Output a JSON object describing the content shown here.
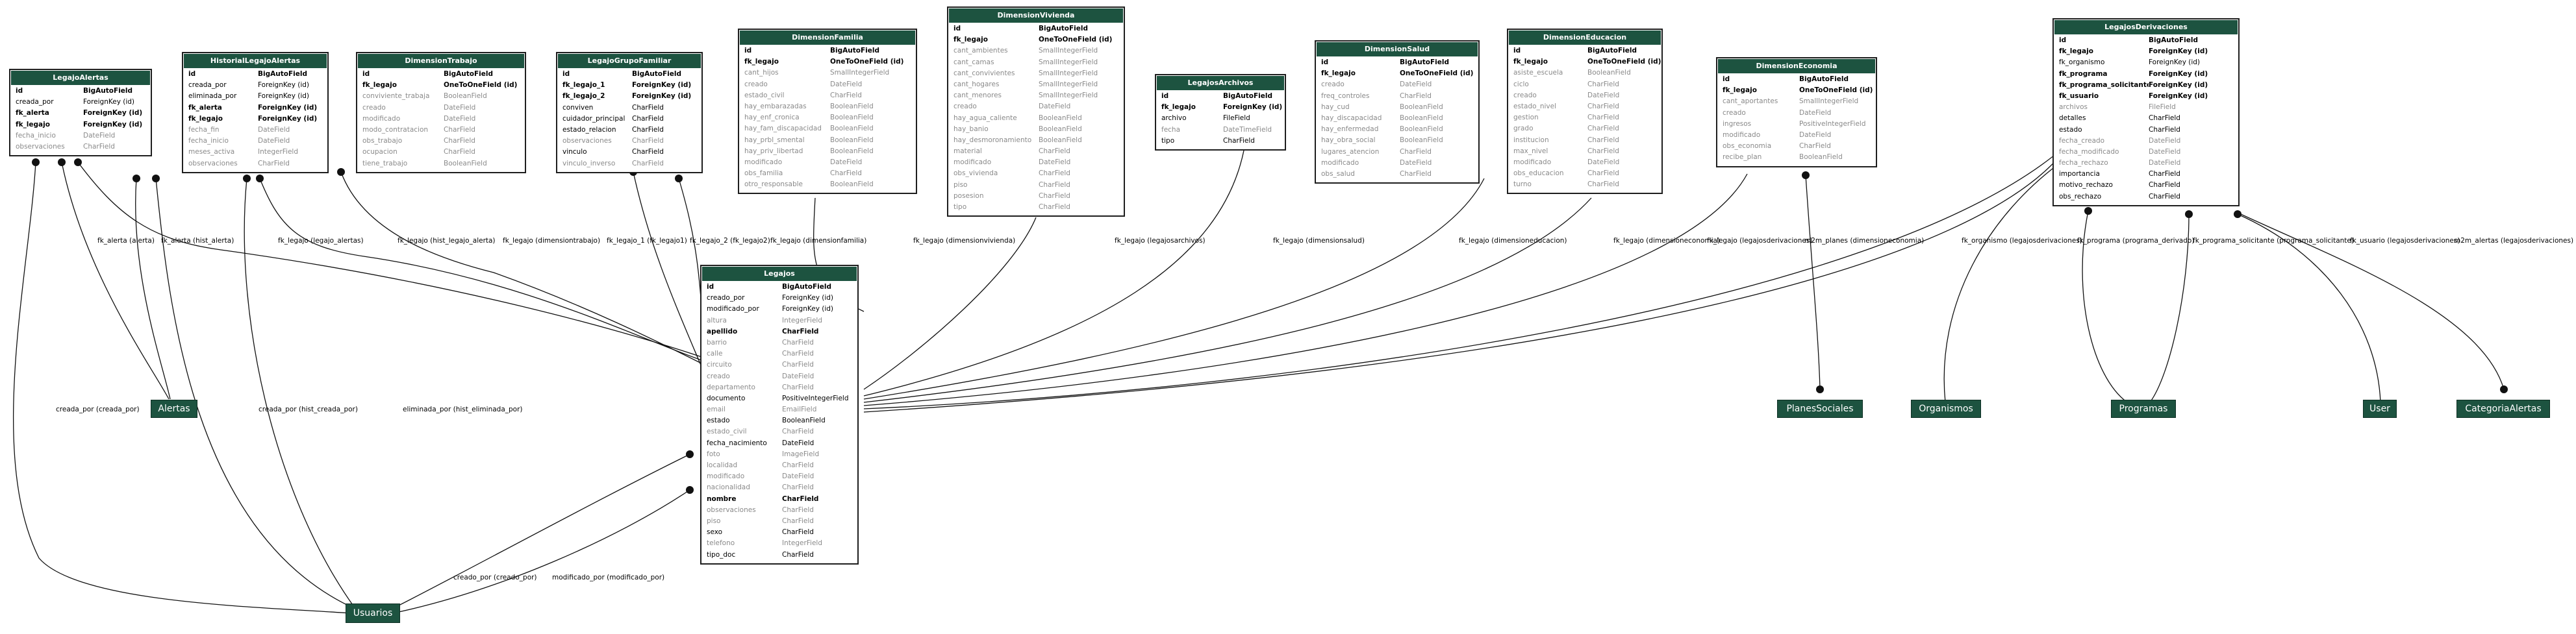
{
  "tables": {
    "legajo_alertas": {
      "title": "LegajoAlertas",
      "fields": [
        {
          "n": "id",
          "t": "BigAutoField",
          "s": "b"
        },
        {
          "n": "creada_por",
          "t": "ForeignKey (id)",
          "s": "r"
        },
        {
          "n": "fk_alerta",
          "t": "ForeignKey (id)",
          "s": "b"
        },
        {
          "n": "fk_legajo",
          "t": "ForeignKey (id)",
          "s": "b"
        },
        {
          "n": "fecha_inicio",
          "t": "DateField",
          "s": "g"
        },
        {
          "n": "observaciones",
          "t": "CharField",
          "s": "g"
        }
      ]
    },
    "historial_legajo_alertas": {
      "title": "HistorialLegajoAlertas",
      "fields": [
        {
          "n": "id",
          "t": "BigAutoField",
          "s": "b"
        },
        {
          "n": "creada_por",
          "t": "ForeignKey (id)",
          "s": "r"
        },
        {
          "n": "eliminada_por",
          "t": "ForeignKey (id)",
          "s": "r"
        },
        {
          "n": "fk_alerta",
          "t": "ForeignKey (id)",
          "s": "b"
        },
        {
          "n": "fk_legajo",
          "t": "ForeignKey (id)",
          "s": "b"
        },
        {
          "n": "fecha_fin",
          "t": "DateField",
          "s": "g"
        },
        {
          "n": "fecha_inicio",
          "t": "DateField",
          "s": "g"
        },
        {
          "n": "meses_activa",
          "t": "IntegerField",
          "s": "g"
        },
        {
          "n": "observaciones",
          "t": "CharField",
          "s": "g"
        }
      ]
    },
    "dimension_trabajo": {
      "title": "DimensionTrabajo",
      "fields": [
        {
          "n": "id",
          "t": "BigAutoField",
          "s": "b"
        },
        {
          "n": "fk_legajo",
          "t": "OneToOneField (id)",
          "s": "b"
        },
        {
          "n": "conviviente_trabaja",
          "t": "BooleanField",
          "s": "g"
        },
        {
          "n": "creado",
          "t": "DateField",
          "s": "g"
        },
        {
          "n": "modificado",
          "t": "DateField",
          "s": "g"
        },
        {
          "n": "modo_contratacion",
          "t": "CharField",
          "s": "g"
        },
        {
          "n": "obs_trabajo",
          "t": "CharField",
          "s": "g"
        },
        {
          "n": "ocupacion",
          "t": "CharField",
          "s": "g"
        },
        {
          "n": "tiene_trabajo",
          "t": "BooleanField",
          "s": "g"
        }
      ]
    },
    "legajo_grupo_familiar": {
      "title": "LegajoGrupoFamiliar",
      "fields": [
        {
          "n": "id",
          "t": "BigAutoField",
          "s": "b"
        },
        {
          "n": "fk_legajo_1",
          "t": "ForeignKey (id)",
          "s": "b"
        },
        {
          "n": "fk_legajo_2",
          "t": "ForeignKey (id)",
          "s": "b"
        },
        {
          "n": "conviven",
          "t": "CharField",
          "s": "r"
        },
        {
          "n": "cuidador_principal",
          "t": "CharField",
          "s": "r"
        },
        {
          "n": "estado_relacion",
          "t": "CharField",
          "s": "r"
        },
        {
          "n": "observaciones",
          "t": "CharField",
          "s": "g"
        },
        {
          "n": "vinculo",
          "t": "CharField",
          "s": "r"
        },
        {
          "n": "vinculo_inverso",
          "t": "CharField",
          "s": "g"
        }
      ]
    },
    "dimension_familia": {
      "title": "DimensionFamilia",
      "fields": [
        {
          "n": "id",
          "t": "BigAutoField",
          "s": "b"
        },
        {
          "n": "fk_legajo",
          "t": "OneToOneField (id)",
          "s": "b"
        },
        {
          "n": "cant_hijos",
          "t": "SmallIntegerField",
          "s": "g"
        },
        {
          "n": "creado",
          "t": "DateField",
          "s": "g"
        },
        {
          "n": "estado_civil",
          "t": "CharField",
          "s": "g"
        },
        {
          "n": "hay_embarazadas",
          "t": "BooleanField",
          "s": "g"
        },
        {
          "n": "hay_enf_cronica",
          "t": "BooleanField",
          "s": "g"
        },
        {
          "n": "hay_fam_discapacidad",
          "t": "BooleanField",
          "s": "g"
        },
        {
          "n": "hay_prbl_smental",
          "t": "BooleanField",
          "s": "g"
        },
        {
          "n": "hay_priv_libertad",
          "t": "BooleanField",
          "s": "g"
        },
        {
          "n": "modificado",
          "t": "DateField",
          "s": "g"
        },
        {
          "n": "obs_familia",
          "t": "CharField",
          "s": "g"
        },
        {
          "n": "otro_responsable",
          "t": "BooleanField",
          "s": "g"
        }
      ]
    },
    "dimension_vivienda": {
      "title": "DimensionVivienda",
      "fields": [
        {
          "n": "id",
          "t": "BigAutoField",
          "s": "b"
        },
        {
          "n": "fk_legajo",
          "t": "OneToOneField (id)",
          "s": "b"
        },
        {
          "n": "cant_ambientes",
          "t": "SmallIntegerField",
          "s": "g"
        },
        {
          "n": "cant_camas",
          "t": "SmallIntegerField",
          "s": "g"
        },
        {
          "n": "cant_convivientes",
          "t": "SmallIntegerField",
          "s": "g"
        },
        {
          "n": "cant_hogares",
          "t": "SmallIntegerField",
          "s": "g"
        },
        {
          "n": "cant_menores",
          "t": "SmallIntegerField",
          "s": "g"
        },
        {
          "n": "creado",
          "t": "DateField",
          "s": "g"
        },
        {
          "n": "hay_agua_caliente",
          "t": "BooleanField",
          "s": "g"
        },
        {
          "n": "hay_banio",
          "t": "BooleanField",
          "s": "g"
        },
        {
          "n": "hay_desmoronamiento",
          "t": "BooleanField",
          "s": "g"
        },
        {
          "n": "material",
          "t": "CharField",
          "s": "g"
        },
        {
          "n": "modificado",
          "t": "DateField",
          "s": "g"
        },
        {
          "n": "obs_vivienda",
          "t": "CharField",
          "s": "g"
        },
        {
          "n": "piso",
          "t": "CharField",
          "s": "g"
        },
        {
          "n": "posesion",
          "t": "CharField",
          "s": "g"
        },
        {
          "n": "tipo",
          "t": "CharField",
          "s": "g"
        }
      ]
    },
    "legajos_archivos": {
      "title": "LegajosArchivos",
      "fields": [
        {
          "n": "id",
          "t": "BigAutoField",
          "s": "b"
        },
        {
          "n": "fk_legajo",
          "t": "ForeignKey (id)",
          "s": "b"
        },
        {
          "n": "archivo",
          "t": "FileField",
          "s": "r"
        },
        {
          "n": "fecha",
          "t": "DateTimeField",
          "s": "g"
        },
        {
          "n": "tipo",
          "t": "CharField",
          "s": "r"
        }
      ]
    },
    "dimension_salud": {
      "title": "DimensionSalud",
      "fields": [
        {
          "n": "id",
          "t": "BigAutoField",
          "s": "b"
        },
        {
          "n": "fk_legajo",
          "t": "OneToOneField (id)",
          "s": "b"
        },
        {
          "n": "creado",
          "t": "DateField",
          "s": "g"
        },
        {
          "n": "freq_controles",
          "t": "CharField",
          "s": "g"
        },
        {
          "n": "hay_cud",
          "t": "BooleanField",
          "s": "g"
        },
        {
          "n": "hay_discapacidad",
          "t": "BooleanField",
          "s": "g"
        },
        {
          "n": "hay_enfermedad",
          "t": "BooleanField",
          "s": "g"
        },
        {
          "n": "hay_obra_social",
          "t": "BooleanField",
          "s": "g"
        },
        {
          "n": "lugares_atencion",
          "t": "CharField",
          "s": "g"
        },
        {
          "n": "modificado",
          "t": "DateField",
          "s": "g"
        },
        {
          "n": "obs_salud",
          "t": "CharField",
          "s": "g"
        }
      ]
    },
    "dimension_educacion": {
      "title": "DimensionEducacion",
      "fields": [
        {
          "n": "id",
          "t": "BigAutoField",
          "s": "b"
        },
        {
          "n": "fk_legajo",
          "t": "OneToOneField (id)",
          "s": "b"
        },
        {
          "n": "asiste_escuela",
          "t": "BooleanField",
          "s": "g"
        },
        {
          "n": "ciclo",
          "t": "CharField",
          "s": "g"
        },
        {
          "n": "creado",
          "t": "DateField",
          "s": "g"
        },
        {
          "n": "estado_nivel",
          "t": "CharField",
          "s": "g"
        },
        {
          "n": "gestion",
          "t": "CharField",
          "s": "g"
        },
        {
          "n": "grado",
          "t": "CharField",
          "s": "g"
        },
        {
          "n": "institucion",
          "t": "CharField",
          "s": "g"
        },
        {
          "n": "max_nivel",
          "t": "CharField",
          "s": "g"
        },
        {
          "n": "modificado",
          "t": "DateField",
          "s": "g"
        },
        {
          "n": "obs_educacion",
          "t": "CharField",
          "s": "g"
        },
        {
          "n": "turno",
          "t": "CharField",
          "s": "g"
        }
      ]
    },
    "dimension_economia": {
      "title": "DimensionEconomia",
      "fields": [
        {
          "n": "id",
          "t": "BigAutoField",
          "s": "b"
        },
        {
          "n": "fk_legajo",
          "t": "OneToOneField (id)",
          "s": "b"
        },
        {
          "n": "cant_aportantes",
          "t": "SmallIntegerField",
          "s": "g"
        },
        {
          "n": "creado",
          "t": "DateField",
          "s": "g"
        },
        {
          "n": "ingresos",
          "t": "PositiveIntegerField",
          "s": "g"
        },
        {
          "n": "modificado",
          "t": "DateField",
          "s": "g"
        },
        {
          "n": "obs_economia",
          "t": "CharField",
          "s": "g"
        },
        {
          "n": "recibe_plan",
          "t": "BooleanField",
          "s": "g"
        }
      ]
    },
    "legajos_derivaciones": {
      "title": "LegajosDerivaciones",
      "fields": [
        {
          "n": "id",
          "t": "BigAutoField",
          "s": "b"
        },
        {
          "n": "fk_legajo",
          "t": "ForeignKey (id)",
          "s": "b"
        },
        {
          "n": "fk_organismo",
          "t": "ForeignKey (id)",
          "s": "r"
        },
        {
          "n": "fk_programa",
          "t": "ForeignKey (id)",
          "s": "b"
        },
        {
          "n": "fk_programa_solicitante",
          "t": "ForeignKey (id)",
          "s": "b"
        },
        {
          "n": "fk_usuario",
          "t": "ForeignKey (id)",
          "s": "b"
        },
        {
          "n": "archivos",
          "t": "FileField",
          "s": "g"
        },
        {
          "n": "detalles",
          "t": "CharField",
          "s": "r"
        },
        {
          "n": "estado",
          "t": "CharField",
          "s": "r"
        },
        {
          "n": "fecha_creado",
          "t": "DateField",
          "s": "g"
        },
        {
          "n": "fecha_modificado",
          "t": "DateField",
          "s": "g"
        },
        {
          "n": "fecha_rechazo",
          "t": "DateField",
          "s": "g"
        },
        {
          "n": "importancia",
          "t": "CharField",
          "s": "r"
        },
        {
          "n": "motivo_rechazo",
          "t": "CharField",
          "s": "r"
        },
        {
          "n": "obs_rechazo",
          "t": "CharField",
          "s": "r"
        }
      ]
    },
    "legajos": {
      "title": "Legajos",
      "fields": [
        {
          "n": "id",
          "t": "BigAutoField",
          "s": "b"
        },
        {
          "n": "creado_por",
          "t": "ForeignKey (id)",
          "s": "r"
        },
        {
          "n": "modificado_por",
          "t": "ForeignKey (id)",
          "s": "r"
        },
        {
          "n": "altura",
          "t": "IntegerField",
          "s": "g"
        },
        {
          "n": "apellido",
          "t": "CharField",
          "s": "b"
        },
        {
          "n": "barrio",
          "t": "CharField",
          "s": "g"
        },
        {
          "n": "calle",
          "t": "CharField",
          "s": "g"
        },
        {
          "n": "circuito",
          "t": "CharField",
          "s": "g"
        },
        {
          "n": "creado",
          "t": "DateField",
          "s": "g"
        },
        {
          "n": "departamento",
          "t": "CharField",
          "s": "g"
        },
        {
          "n": "documento",
          "t": "PositiveIntegerField",
          "s": "r"
        },
        {
          "n": "email",
          "t": "EmailField",
          "s": "g"
        },
        {
          "n": "estado",
          "t": "BooleanField",
          "s": "r"
        },
        {
          "n": "estado_civil",
          "t": "CharField",
          "s": "g"
        },
        {
          "n": "fecha_nacimiento",
          "t": "DateField",
          "s": "r"
        },
        {
          "n": "foto",
          "t": "ImageField",
          "s": "g"
        },
        {
          "n": "localidad",
          "t": "CharField",
          "s": "g"
        },
        {
          "n": "modificado",
          "t": "DateField",
          "s": "g"
        },
        {
          "n": "nacionalidad",
          "t": "CharField",
          "s": "g"
        },
        {
          "n": "nombre",
          "t": "CharField",
          "s": "b"
        },
        {
          "n": "observaciones",
          "t": "CharField",
          "s": "g"
        },
        {
          "n": "piso",
          "t": "CharField",
          "s": "g"
        },
        {
          "n": "sexo",
          "t": "CharField",
          "s": "r"
        },
        {
          "n": "telefono",
          "t": "IntegerField",
          "s": "g"
        },
        {
          "n": "tipo_doc",
          "t": "CharField",
          "s": "r"
        }
      ]
    }
  },
  "nodes": {
    "alertas": "Alertas",
    "usuarios": "Usuarios",
    "planes_sociales": "PlanesSociales",
    "organismos": "Organismos",
    "programas": "Programas",
    "user": "User",
    "categoria_alertas": "CategoriaAlertas"
  },
  "edge_labels": {
    "creada_por": "creada_por (creada_por)",
    "creada_por_hist": "creada_por (hist_creada_por)",
    "eliminada_por_hist": "eliminada_por (hist_eliminada_por)",
    "fk_alerta": "fk_alerta (alerta)",
    "fk_alerta_hist": "fk_alerta (hist_alerta)",
    "fk_legajo_alertas": "fk_legajo (legajo_alertas)",
    "fk_legajo_hist": "fk_legajo (hist_legajo_alerta)",
    "fk_legajo_trabajo": "fk_legajo (dimensiontrabajo)",
    "fk_legajo_1": "fk_legajo_1 (fk_legajo1)",
    "fk_legajo_2": "fk_legajo_2 (fk_legajo2)",
    "fk_legajo_familia": "fk_legajo (dimensionfamilia)",
    "fk_legajo_vivienda": "fk_legajo (dimensionvivienda)",
    "fk_legajo_archivos": "fk_legajo (legajosarchivos)",
    "fk_legajo_salud": "fk_legajo (dimensionsalud)",
    "fk_legajo_educacion": "fk_legajo (dimensioneducacion)",
    "fk_legajo_economia": "fk_legajo (dimensioneconomia)",
    "fk_legajo_derivaciones": "fk_legajo (legajosderivaciones)",
    "m2m_planes": "m2m_planes (dimensioneconomia)",
    "fk_organismo": "fk_organismo (legajosderivaciones)",
    "fk_programa": "fk_programa (programa_derivado)",
    "fk_programa_solicitante": "fk_programa_solicitante (programa_solicitante)",
    "fk_usuario": "fk_usuario (legajosderivaciones)",
    "m2m_alertas": "m2m_alertas (legajosderivaciones)",
    "creado_por": "creado_por (creado_por)",
    "modificado_por": "modificado_por (modificado_por)"
  }
}
